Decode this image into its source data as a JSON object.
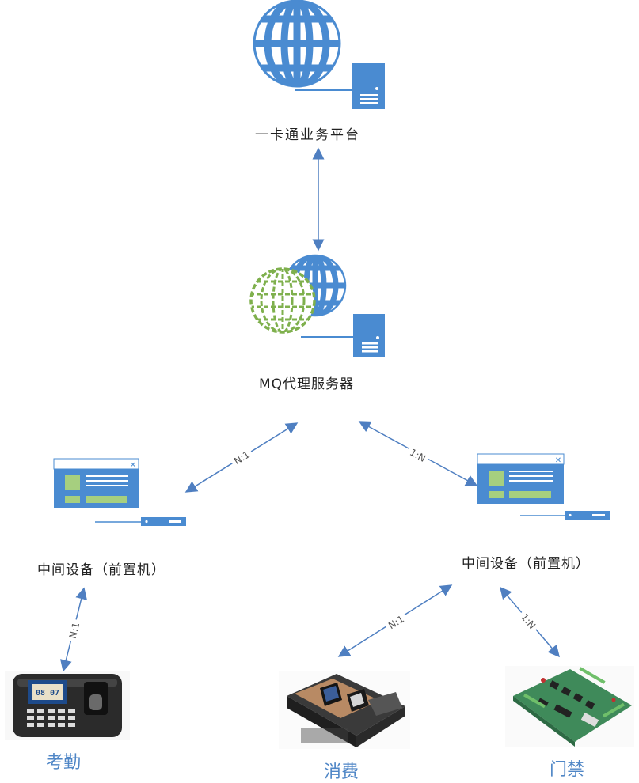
{
  "nodes": {
    "platform": {
      "label": "一卡通业务平台"
    },
    "mq": {
      "label": "MQ代理服务器"
    },
    "left_device": {
      "label": "中间设备（前置机）"
    },
    "right_device": {
      "label": "中间设备（前置机）"
    },
    "attendance": {
      "label": "考勤"
    },
    "consumption": {
      "label": "消费"
    },
    "access": {
      "label": "门禁"
    }
  },
  "edges": {
    "mq_left": "N:1",
    "mq_right": "1:N",
    "left_attendance": "N:1",
    "right_consumption": "N:1",
    "right_access": "1:N"
  },
  "colors": {
    "line": "#4f7fc1",
    "icon_blue": "#4a8bd1",
    "icon_green": "#7fb04d",
    "label_blue": "#4f86c6"
  }
}
